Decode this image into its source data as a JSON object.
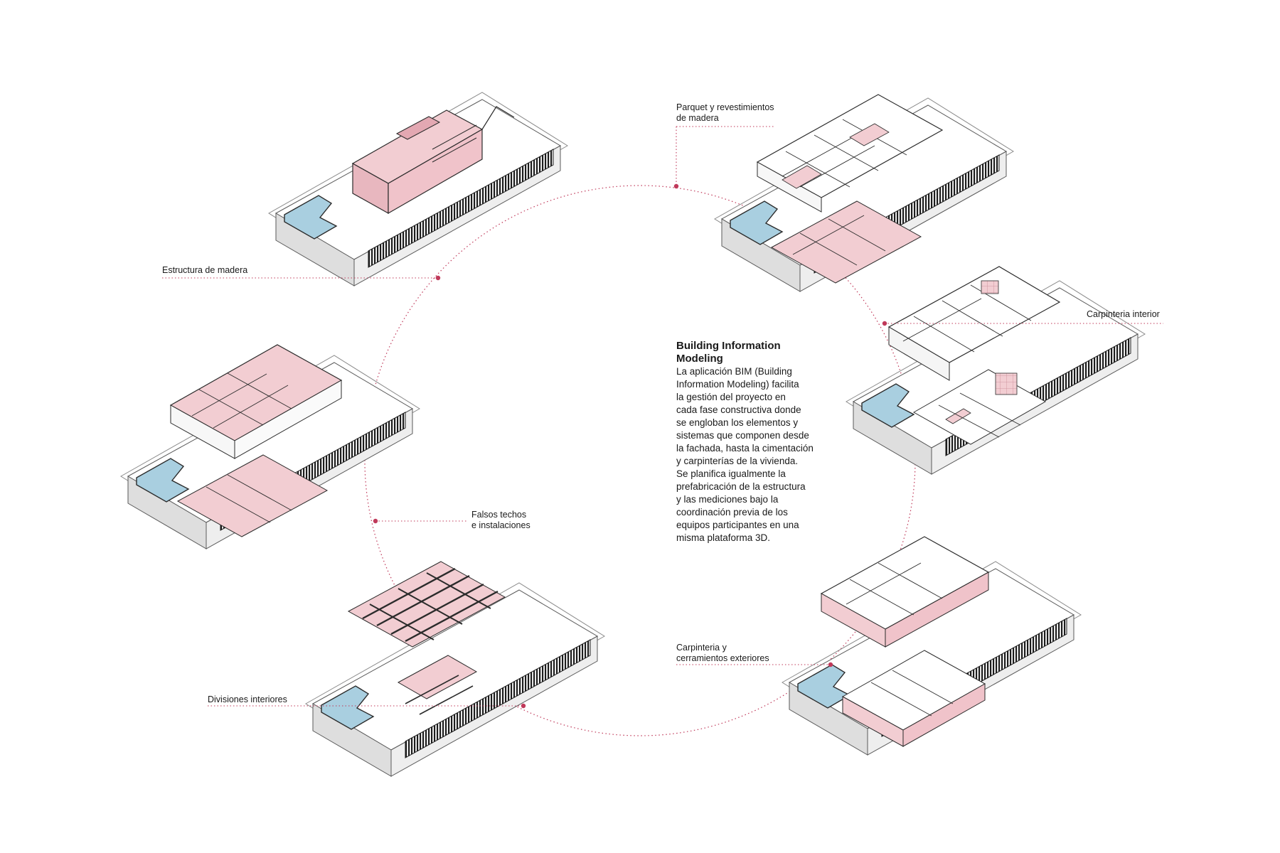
{
  "colors": {
    "accent_dotted": "#c0395a",
    "fill_pink": "#f2cdd2",
    "fill_blue": "#a9cfe0",
    "stroke_dark": "#2b2b2b",
    "ground_grey": "#d6d6d6",
    "background": "#ffffff"
  },
  "labels": {
    "estructura": "Estructura de madera",
    "parquet_line1": "Parquet y revestimientos",
    "parquet_line2": "de madera",
    "carpinteria_interior": "Carpinteria interior",
    "falsos_line1": "Falsos techos",
    "falsos_line2": "e instalaciones",
    "divisiones": "Divisiones interiores",
    "carpinteria_ext_line1": "Carpinteria y",
    "carpinteria_ext_line2": "cerramientos exteriores"
  },
  "info": {
    "title": "Building Information\nModeling",
    "body": "La aplicación BIM (Building\nInformation Modeling) facilita\nla gestión del proyecto en\ncada fase constructiva donde\nse engloban los elementos y\nsistemas que componen desde\nla fachada, hasta la cimentación\ny carpinterías de la vivienda.\nSe planifica igualmente la\nprefabricación de la estructura\ny las mediciones bajo la\ncoordinación previa de los\nequipos participantes en una\nmisma plataforma 3D."
  }
}
